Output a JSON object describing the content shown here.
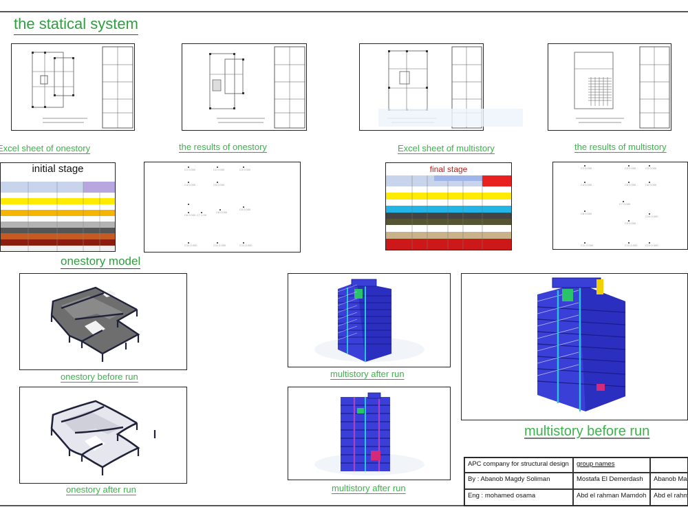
{
  "title": "the statical system",
  "captions": {
    "excel_onestory": "Excel sheet of onestory",
    "results_onestory": "the results of onestory",
    "excel_multistory": "Excel sheet of multistory",
    "results_multistory": "the results of multistory",
    "onestory_model": "onestory model",
    "onestory_before_run": "onestory before run",
    "onestory_after_run": "onestory after run",
    "multistory_after_run_top": "multistory after run",
    "multistory_after_run_bottom": "multistory after run",
    "multistory_before_run": "multistory before run"
  },
  "sheets": {
    "initial_stage": "initial stage",
    "final_stage": "final stage"
  },
  "title_block": {
    "company": "APC company for structural design",
    "by": "By : Abanob Magdy Soliman",
    "eng": "Eng : mohamed osama",
    "group_label": "group names",
    "member_1": "Mostafa El Demerdash",
    "member_2": "Abanob Mag",
    "member_3": "Abd el rahman Mamdoh",
    "member_4": "Abd el rahm"
  },
  "colors": {
    "caption_green": "#3bb34a",
    "frame_blue": "#2a2fd8",
    "column_cyan": "#29c7d6"
  }
}
